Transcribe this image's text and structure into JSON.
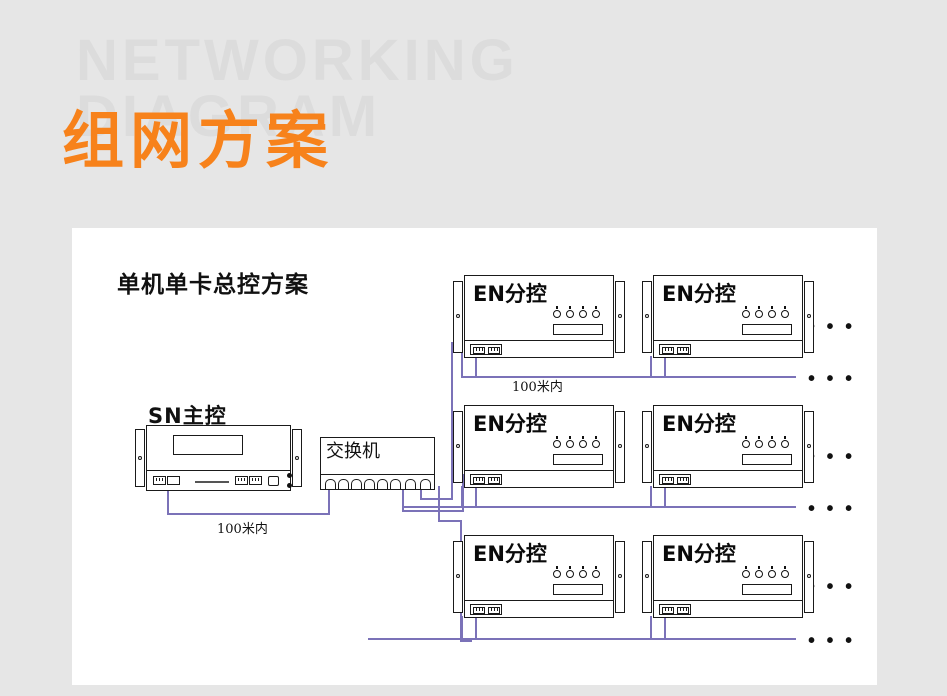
{
  "header": {
    "watermark_line1": "NETWORKING",
    "watermark_line2": "DIAGRAM",
    "title": "组网方案",
    "accent_color": "#f7821b",
    "watermark_color": "#dcdcdc",
    "background_color": "#e6e6e6"
  },
  "panel": {
    "title": "单机单卡总控方案",
    "background_color": "#ffffff",
    "cable_color": "#7b72b8"
  },
  "devices": {
    "master": {
      "label": "SN主控",
      "type": "rack-controller"
    },
    "switch": {
      "label": "交换机",
      "port_count": 8
    },
    "slave_label": "EN分控",
    "slaves": [
      {
        "row": 1,
        "col": 1,
        "label": "EN分控"
      },
      {
        "row": 1,
        "col": 2,
        "label": "EN分控"
      },
      {
        "row": 2,
        "col": 1,
        "label": "EN分控"
      },
      {
        "row": 2,
        "col": 2,
        "label": "EN分控"
      },
      {
        "row": 3,
        "col": 1,
        "label": "EN分控"
      },
      {
        "row": 3,
        "col": 2,
        "label": "EN分控"
      }
    ]
  },
  "annotations": {
    "distance_top": "100米内",
    "distance_bottom": "100米内",
    "ellipsis": "• • •"
  }
}
